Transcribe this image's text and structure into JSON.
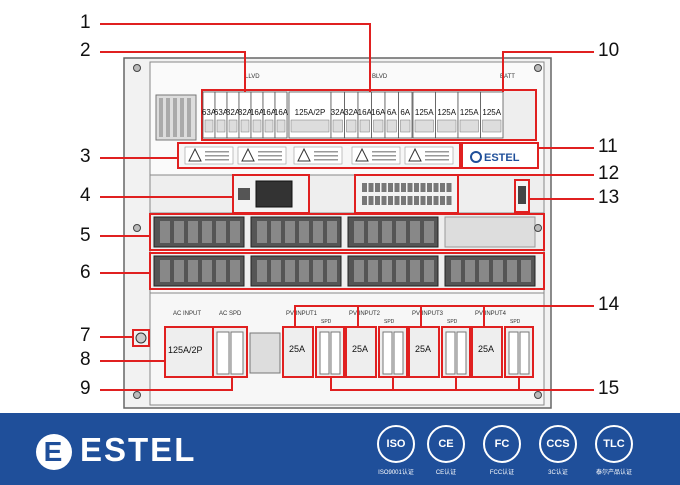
{
  "panel": {
    "group_llvd": "LLVD",
    "group_blvd": "BLVD",
    "group_batt": "BATT",
    "llvd_ratings": [
      "63A",
      "63A",
      "32A",
      "32A",
      "16A",
      "16A",
      "16A"
    ],
    "blvd_main": "125A/2P",
    "blvd_ratings": [
      "32A",
      "32A",
      "16A",
      "16A",
      "6A",
      "6A"
    ],
    "batt_ratings": [
      "125A",
      "125A",
      "125A",
      "125A"
    ],
    "nameplate_brand": "ESTEL",
    "ac_input": "AC INPUT",
    "ac_spd": "AC SPD",
    "ac_breaker": "125A/2P",
    "pv_inputs": [
      "PV INPUT1",
      "PV INPUT2",
      "PV INPUT3",
      "PV INPUT4"
    ],
    "spd_label": "SPD",
    "pv_breaker": "25A"
  },
  "callouts": [
    "1",
    "2",
    "3",
    "4",
    "5",
    "6",
    "7",
    "8",
    "9",
    "10",
    "11",
    "12",
    "13",
    "14",
    "15"
  ],
  "footer": {
    "brand": "ESTEL",
    "brand_mark": "E",
    "certs": [
      {
        "mark": "ISO",
        "caption": "ISO9001认证"
      },
      {
        "mark": "CE",
        "caption": "CE认证"
      },
      {
        "mark": "FC",
        "caption": "FCC认证"
      },
      {
        "mark": "CCS",
        "caption": "3C认证"
      },
      {
        "mark": "TLC",
        "caption": "泰尔产品认证"
      }
    ]
  },
  "colors": {
    "callout_red": "#e02020",
    "footer_blue": "#1f4f9a",
    "panel_grey": "#d9d9d9"
  }
}
